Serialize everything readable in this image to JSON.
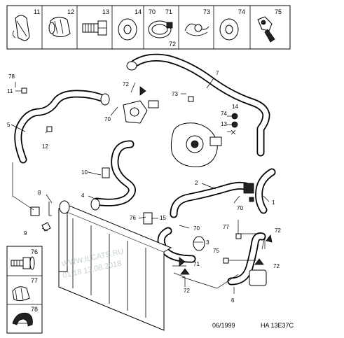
{
  "parts_strip": {
    "cells": [
      {
        "ref": "11",
        "icon": "hose-clip-icon"
      },
      {
        "ref": "12",
        "icon": "bracket-clip-icon"
      },
      {
        "ref": "13",
        "icon": "bolt-icon"
      },
      {
        "ref": "14",
        "icon": "washer-icon"
      },
      {
        "ref": "70",
        "ref2": "71",
        "ref3": "72",
        "icon": "hose-clamp-icon"
      },
      {
        "ref": "73",
        "icon": "spring-clip-icon"
      },
      {
        "ref": "74",
        "icon": "seal-ring-icon"
      },
      {
        "ref": "75",
        "icon": "bleed-screw-icon"
      }
    ]
  },
  "inset_box": {
    "cells": [
      {
        "ref": "76",
        "icon": "bolt-washer-icon"
      },
      {
        "ref": "77",
        "icon": "bracket-clip-icon"
      },
      {
        "ref": "78",
        "icon": "hose-clip-icon"
      }
    ]
  },
  "callouts": {
    "c78": "78",
    "c11": "11",
    "c5": "5",
    "c12": "12",
    "c72a": "72",
    "c70a": "70",
    "c73": "73",
    "c7": "7",
    "c14": "14",
    "c74": "74",
    "c13": "13",
    "c10": "10",
    "c4": "4",
    "c8": "8",
    "c9": "9",
    "c76": "76",
    "c15": "15",
    "c2": "2",
    "c70b": "70",
    "c1": "1",
    "c70c": "70",
    "c3": "3",
    "c77": "77",
    "c72b": "72",
    "c75": "75",
    "c72c": "72",
    "c71": "71",
    "c72d": "72",
    "c6": "6"
  },
  "footer": {
    "date": "06/1999",
    "code": "HA 13E37C"
  },
  "watermark": {
    "line1": "WWW.ILCATS.RU",
    "line2": "01:18 13.08.2018"
  }
}
